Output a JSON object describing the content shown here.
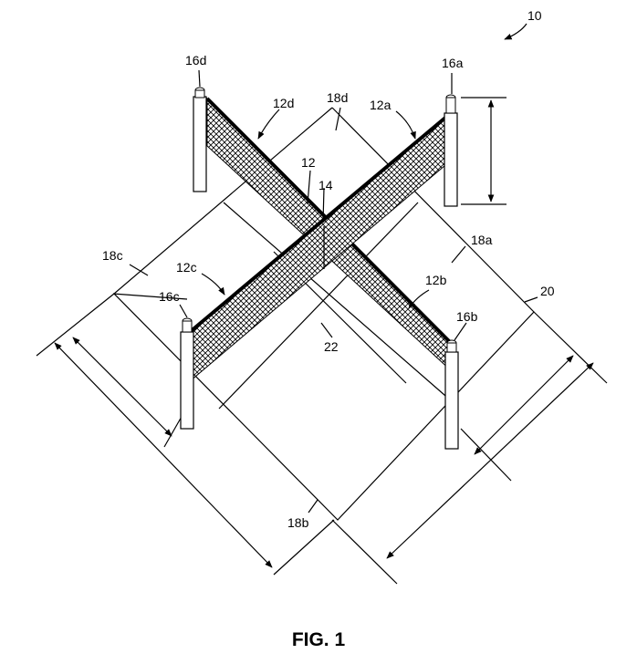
{
  "figure": {
    "caption": "FIG. 1",
    "labels": {
      "assembly": "10",
      "net": "12",
      "net_a": "12a",
      "net_b": "12b",
      "net_c": "12c",
      "net_d": "12d",
      "center": "14",
      "post_a": "16a",
      "post_b": "16b",
      "post_c": "16c",
      "post_d": "16d",
      "court_a": "18a",
      "court_b": "18b",
      "court_c": "18c",
      "court_d": "18d",
      "court": "20",
      "centerline": "22"
    }
  }
}
